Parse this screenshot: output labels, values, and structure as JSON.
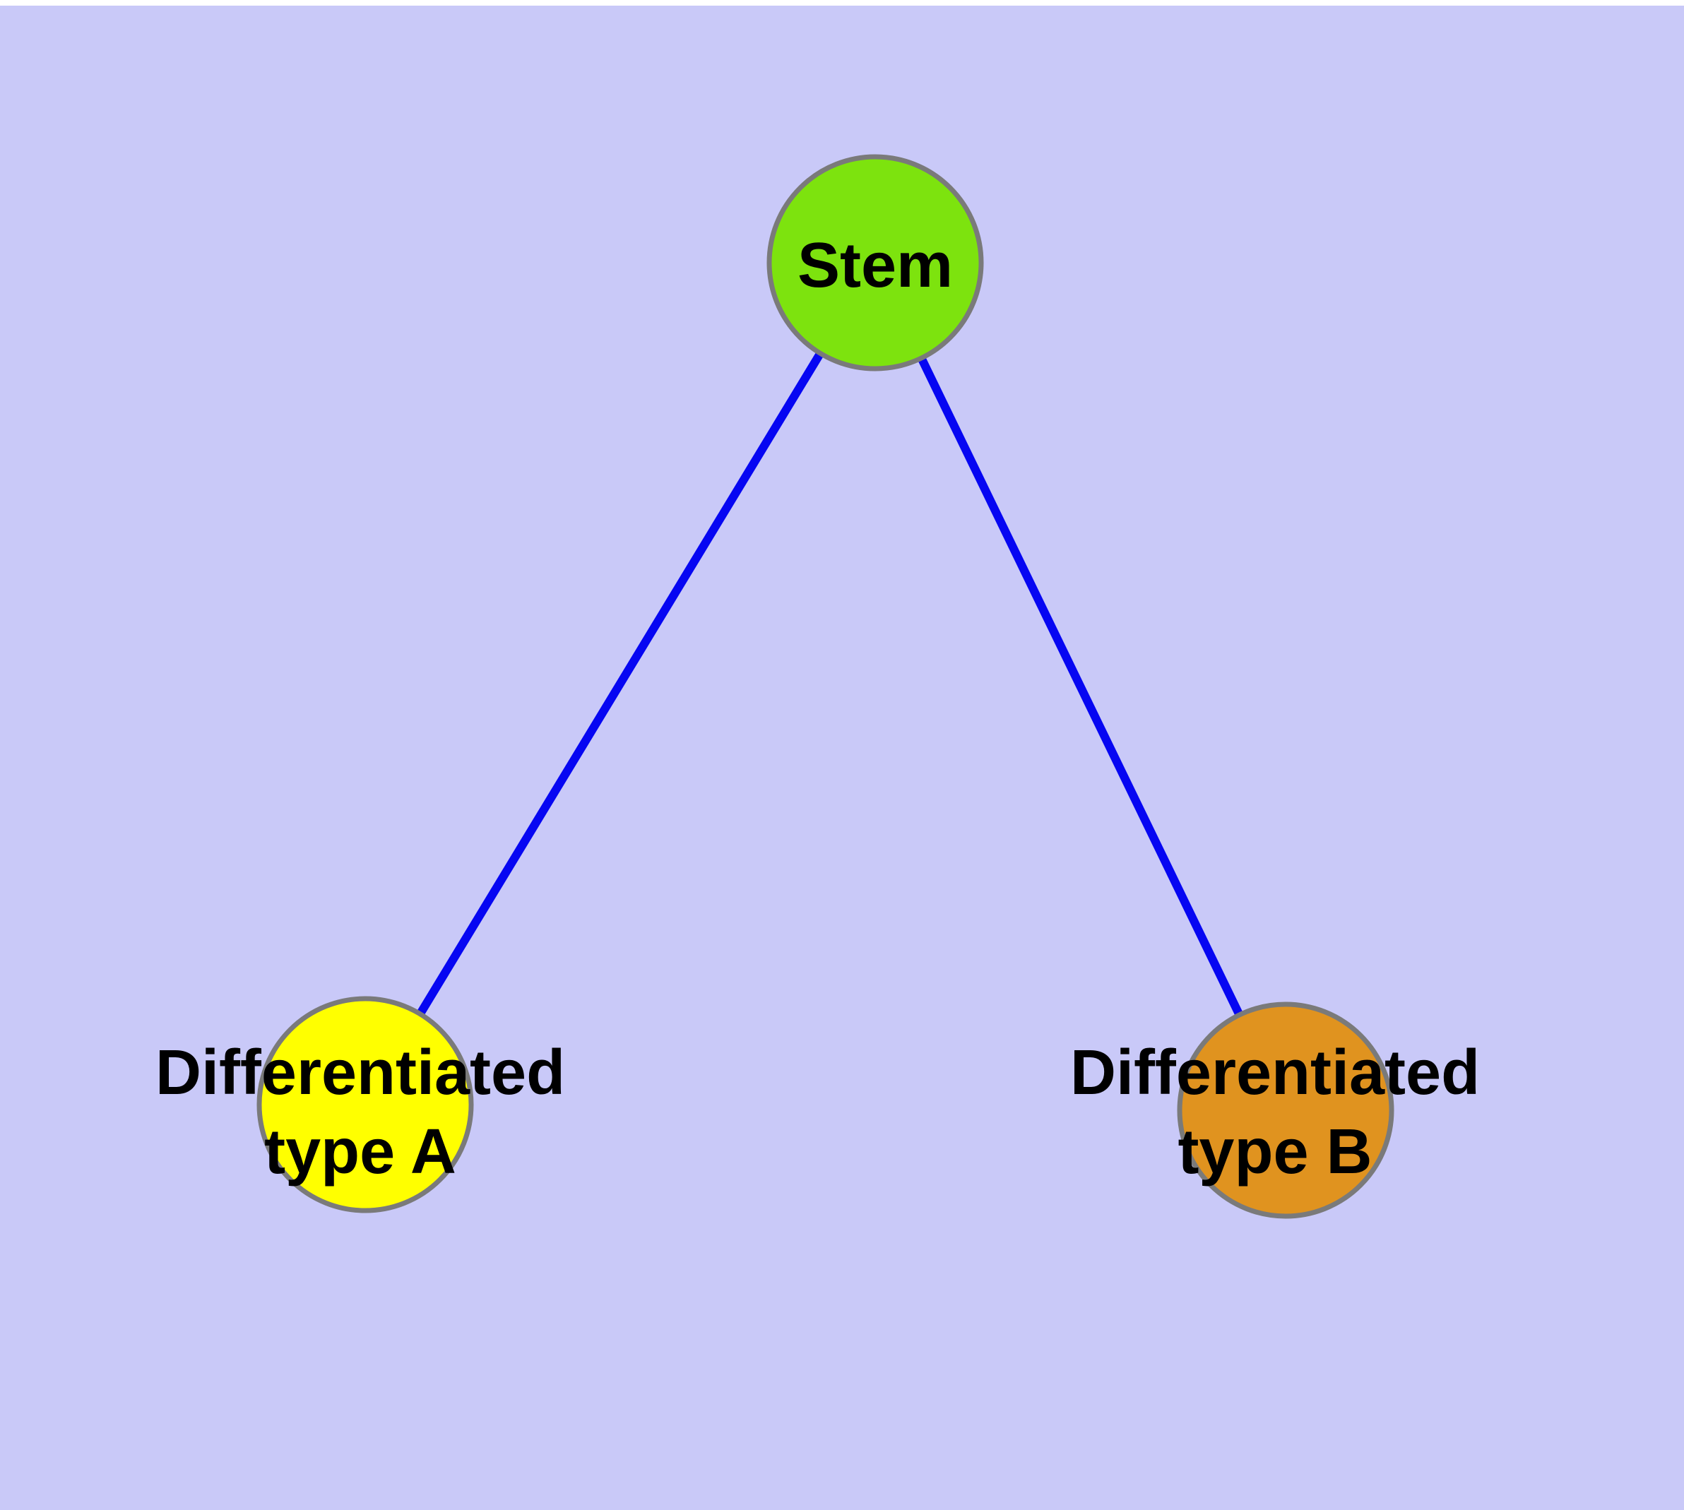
{
  "window": {
    "top_strip_color": "#ffffff"
  },
  "canvas": {
    "background_color": "#c9c9f8"
  },
  "graph": {
    "text_color": "#000000",
    "node_border_color": "#7a7a7a",
    "edge_color": "#0606f2",
    "nodes": [
      {
        "id": "stem",
        "label": "Stem",
        "fill": "#7de30e"
      },
      {
        "id": "type_a",
        "label": "Differentiated\ntype A",
        "fill": "#ffff00"
      },
      {
        "id": "type_b",
        "label": "Differentiated\ntype B",
        "fill": "#e0931f"
      }
    ],
    "edges": [
      {
        "from": "Stem",
        "to": "Differentiated type A"
      },
      {
        "from": "Stem",
        "to": "Differentiated type B"
      }
    ]
  }
}
